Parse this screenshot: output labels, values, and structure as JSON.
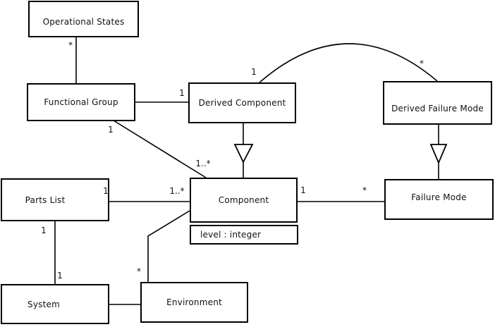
{
  "diagram": {
    "type": "uml-class-diagram",
    "colors": {
      "background": "#ffffff",
      "stroke": "#000000",
      "text": "#111111"
    },
    "classes": [
      {
        "label": "Operational States"
      },
      {
        "label": "Functional Group"
      },
      {
        "label": "Derived Component"
      },
      {
        "label": "Derived Failure Mode"
      },
      {
        "label": "Parts List"
      },
      {
        "label": "Component",
        "attributes": [
          "level : integer"
        ]
      },
      {
        "label": "Failure Mode"
      },
      {
        "label": "System"
      },
      {
        "label": "Environment"
      }
    ],
    "relationships": [
      {
        "from": "Operational States",
        "to": "Functional Group",
        "type": "association",
        "from_label": "*",
        "to_label": ""
      },
      {
        "from": "Functional Group",
        "to": "Derived Component",
        "type": "association",
        "from_label": "",
        "to_label": "1"
      },
      {
        "from": "Derived Component",
        "to": "Derived Failure Mode",
        "type": "association",
        "from_label": "1",
        "to_label": "*"
      },
      {
        "from": "Derived Component",
        "to": "Component",
        "type": "generalization"
      },
      {
        "from": "Derived Failure Mode",
        "to": "Failure Mode",
        "type": "generalization"
      },
      {
        "from": "Functional Group",
        "to": "Component",
        "type": "association",
        "from_label": "1",
        "to_label": "1..*"
      },
      {
        "from": "Parts List",
        "to": "Component",
        "type": "association",
        "from_label": "1",
        "to_label": "1..*"
      },
      {
        "from": "Component",
        "to": "Failure Mode",
        "type": "association",
        "from_label": "1",
        "to_label": "*"
      },
      {
        "from": "Parts List",
        "to": "System",
        "type": "association",
        "from_label": "1",
        "to_label": "1"
      },
      {
        "from": "System",
        "to": "Environment",
        "type": "association",
        "from_label": "",
        "to_label": ""
      },
      {
        "from": "Environment",
        "to": "Component",
        "type": "association",
        "from_label": "*",
        "to_label": ""
      }
    ]
  }
}
